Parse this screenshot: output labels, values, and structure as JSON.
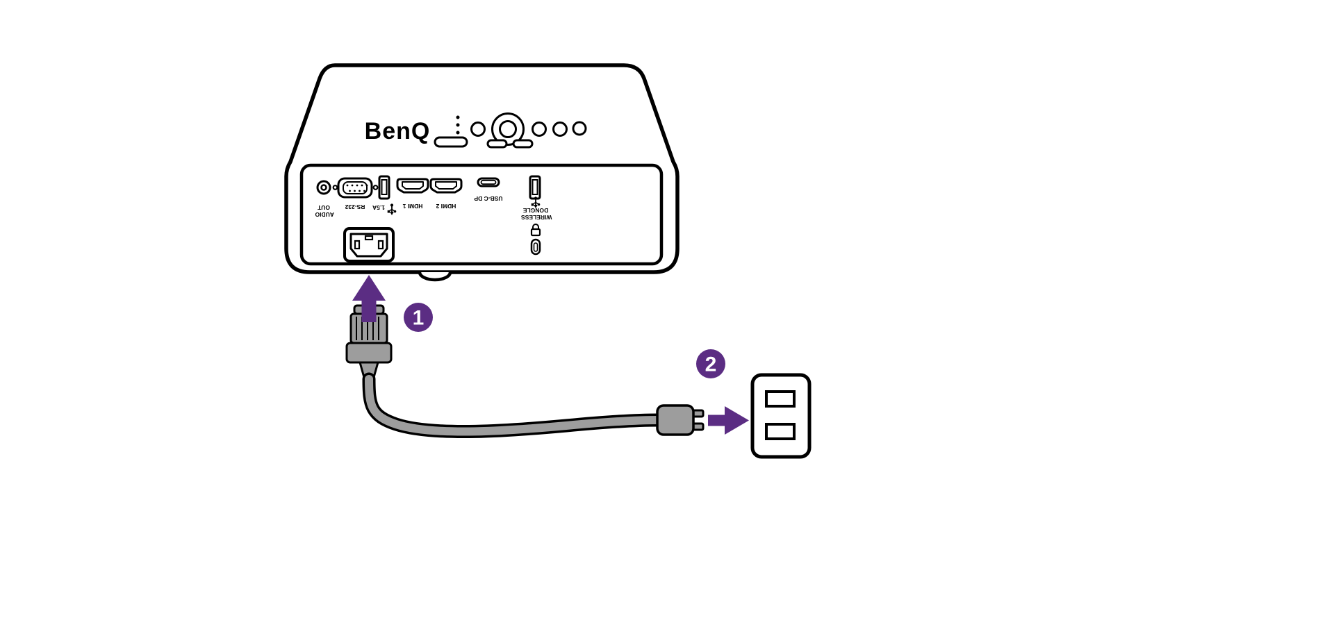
{
  "colors": {
    "accent": "#5b2d83",
    "cable": "#9d9d9d",
    "outline": "#000000",
    "background": "#ffffff"
  },
  "projector": {
    "brand": "BenQ",
    "rear_panel": {
      "ports": [
        {
          "name": "audio-out",
          "label_lines": [
            "AUDIO",
            "OUT"
          ]
        },
        {
          "name": "rs-232",
          "label_lines": [
            "RS-232"
          ]
        },
        {
          "name": "usb-a-1-5a",
          "label_lines": [
            "1.5A"
          ],
          "icon": "usb-icon"
        },
        {
          "name": "hdmi-1",
          "label_lines": [
            "HDMI 1"
          ]
        },
        {
          "name": "hdmi-2",
          "label_lines": [
            "HDMI 2"
          ]
        },
        {
          "name": "usb-c-dp",
          "label_lines": [
            "USB-C DP"
          ]
        },
        {
          "name": "wireless-dongle",
          "label_lines": [
            "WIRELESS",
            "DONGLE"
          ],
          "icon": "usb-icon"
        },
        {
          "name": "kensington-lock-slot",
          "label_lines": []
        },
        {
          "name": "ac-inlet",
          "label_lines": []
        }
      ]
    }
  },
  "steps": [
    {
      "number": "1"
    },
    {
      "number": "2"
    }
  ]
}
